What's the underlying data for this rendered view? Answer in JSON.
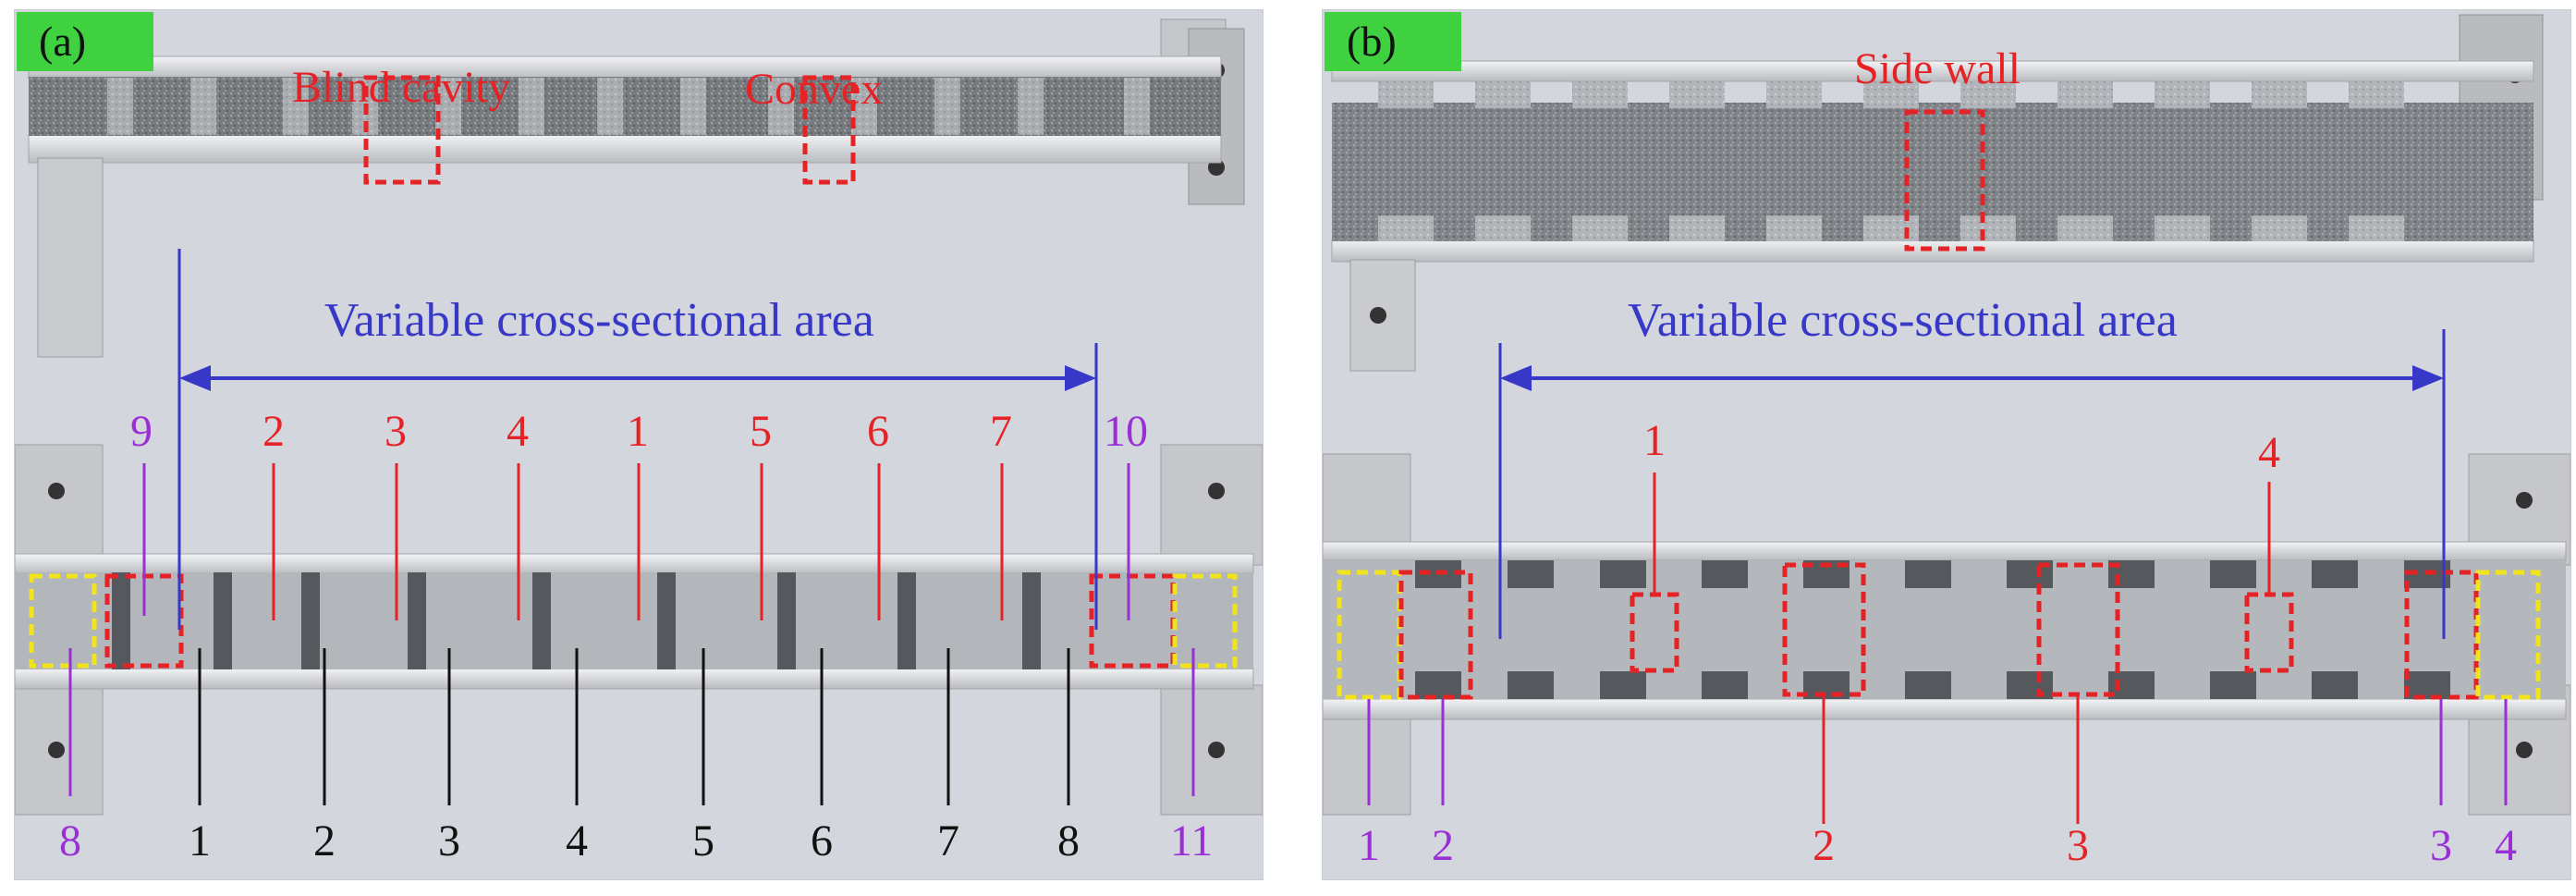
{
  "panel_a": {
    "tag": "(a)",
    "label_blind_cavity": "Blind cavity",
    "label_convex": "Convex",
    "label_variable": "Variable cross-sectional area",
    "top_numbers": [
      "9",
      "2",
      "3",
      "4",
      "1",
      "5",
      "6",
      "7",
      "10"
    ],
    "bottom_numbers": [
      "8",
      "1",
      "2",
      "3",
      "4",
      "5",
      "6",
      "7",
      "8",
      "11"
    ]
  },
  "panel_b": {
    "tag": "(b)",
    "label_side_wall": "Side wall",
    "label_variable": "Variable cross-sectional area",
    "red_numbers": [
      "1",
      "4"
    ],
    "bottom_numbers": [
      "1",
      "2",
      "2",
      "3",
      "3",
      "4"
    ]
  },
  "colors": {
    "tag_green": "#3fd13f",
    "label_red": "#e52326",
    "arrow_blue": "#3737c8",
    "number_purple": "#9a2fd6",
    "dashed_red": "#e52326",
    "dashed_yellow": "#f2e41c",
    "metal_light": "#c9cbcf",
    "metal_dark": "#6f7276"
  }
}
